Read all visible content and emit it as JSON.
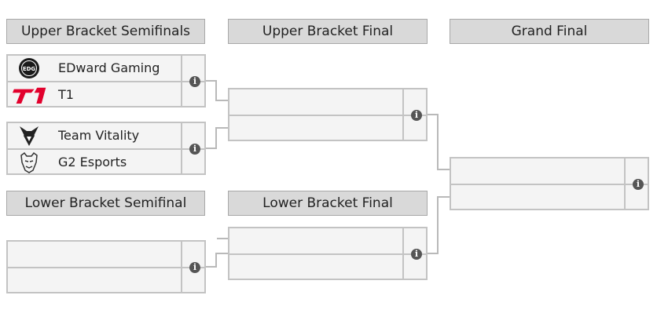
{
  "headers": {
    "upper_semis": "Upper Bracket Semifinals",
    "upper_final": "Upper Bracket Final",
    "grand_final": "Grand Final",
    "lower_semi": "Lower Bracket Semifinal",
    "lower_final": "Lower Bracket Final"
  },
  "matches": {
    "ubsf1": {
      "team1": "EDward Gaming",
      "team2": "T1"
    },
    "ubsf2": {
      "team1": "Team Vitality",
      "team2": "G2 Esports"
    },
    "ubf": {
      "team1": "",
      "team2": ""
    },
    "lbsf": {
      "team1": "",
      "team2": ""
    },
    "lbf": {
      "team1": "",
      "team2": ""
    },
    "gf": {
      "team1": "",
      "team2": ""
    }
  },
  "logos": {
    "edg": "EDG",
    "t1": "T1",
    "vitality": "vitality-bee-logo",
    "g2": "G2"
  },
  "icons": {
    "info": "i"
  },
  "colors": {
    "header_bg": "#d9d9d9",
    "match_bg": "#f4f4f4",
    "border": "#c3c3c3",
    "t1_red": "#e2012d",
    "info_icon": "#555555"
  }
}
